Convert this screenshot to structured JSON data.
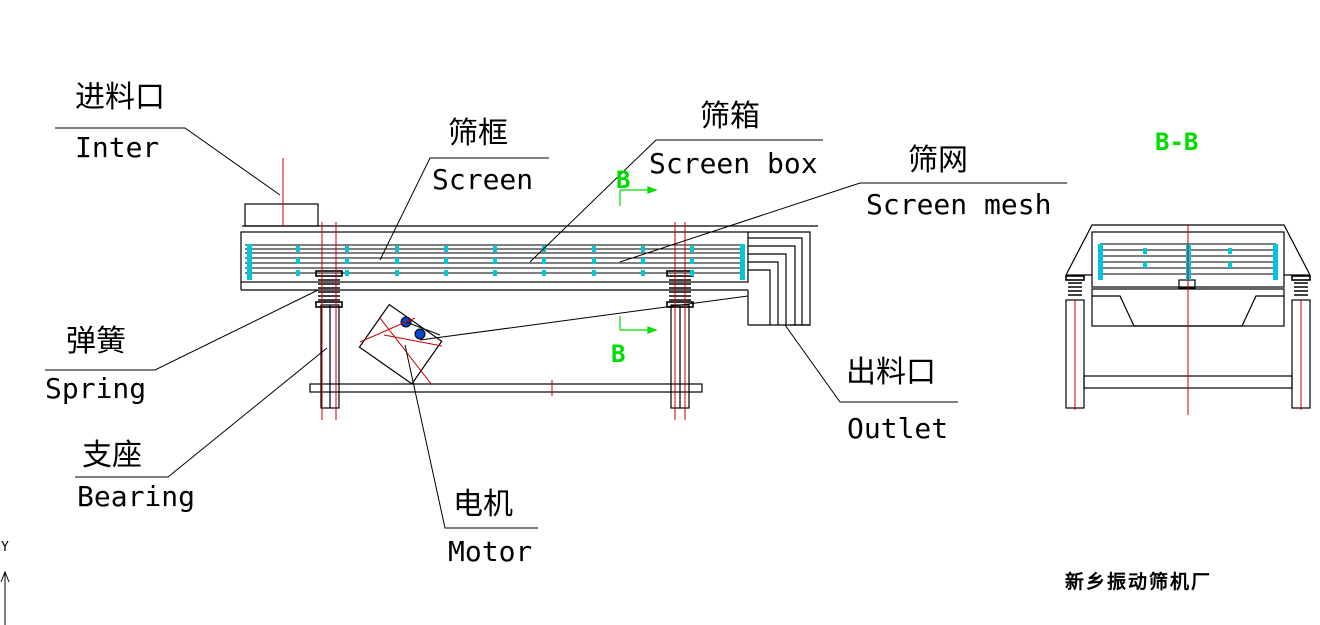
{
  "labels": {
    "inlet": {
      "zh": "进料口",
      "en": "Inter"
    },
    "screen": {
      "zh": "筛框",
      "en": "Screen"
    },
    "box": {
      "zh": "筛箱",
      "en": "Screen box"
    },
    "mesh": {
      "zh": "筛网",
      "en": "Screen mesh"
    },
    "spring": {
      "zh": "弹簧",
      "en": "Spring"
    },
    "bearing": {
      "zh": "支座",
      "en": "Bearing"
    },
    "motor": {
      "zh": "电机",
      "en": "Motor"
    },
    "outlet": {
      "zh": "出料口",
      "en": "Outlet"
    }
  },
  "section": {
    "mark": "B",
    "title": "B-B"
  },
  "manufacturer": "新乡振动筛机厂",
  "ucs_axis": "Y",
  "colors": {
    "line": "#000000",
    "center": "#cc0000",
    "mesh": "#00c8d8",
    "section": "#00dd00"
  }
}
